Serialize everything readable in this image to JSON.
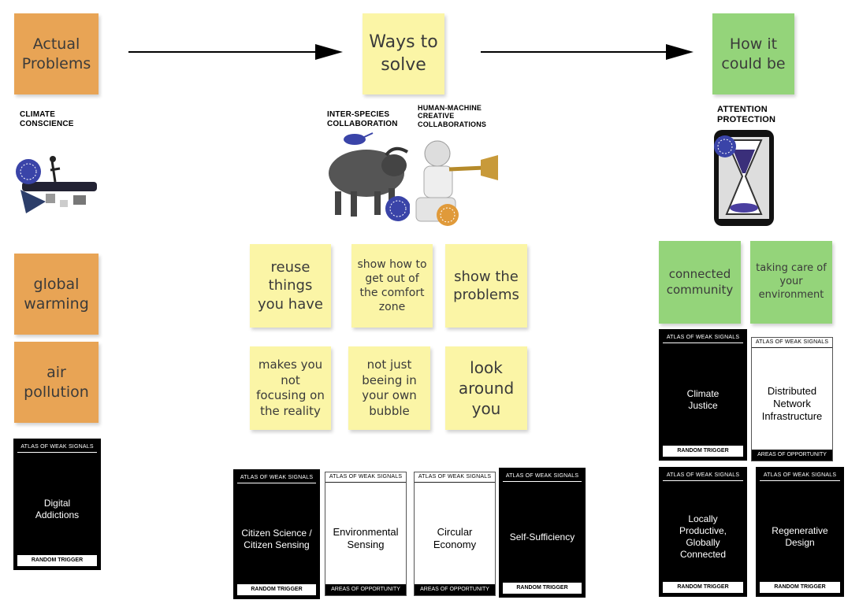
{
  "columns": {
    "problems": {
      "header": "Actual\nProblems",
      "caption": "CLIMATE\nCONSCIENCE",
      "notes": [
        "global\nwarming",
        "air\npollution"
      ]
    },
    "solve": {
      "header": "Ways to\nsolve",
      "caption_left": "INTER-SPECIES\nCOLLABORATION",
      "caption_right": "HUMAN-MACHINE\nCREATIVE\nCOLLABORATIONS",
      "notes": [
        "reuse\nthings\nyou have",
        "show how to\nget out of\nthe comfort\nzone",
        "show the\nproblems",
        "makes you\nnot\nfocusing on\nthe reality",
        "not just\nbeeing in\nyour own\nbubble",
        "look\naround\nyou"
      ]
    },
    "future": {
      "header": "How it\ncould be",
      "caption": "ATTENTION\nPROTECTION",
      "notes": [
        "connected\ncommunity",
        "taking care of\nyour\nenvironment"
      ]
    }
  },
  "cards": {
    "header": "ATLAS OF WEAK SIGNALS",
    "footer_random": "RANDOM TRIGGER",
    "footer_areas": "AREAS OF OPPORTUNITY",
    "items": [
      "Digital\nAddictions",
      "Citizen Science /\nCitizen Sensing",
      "Environmental\nSensing",
      "Circular\nEconomy",
      "Self-Sufficiency",
      "Climate\nJustice",
      "Distributed\nNetwork\nInfrastructure",
      "Locally\nProductive,\nGlobally\nConnected",
      "Regenerative\nDesign"
    ]
  },
  "colors": {
    "orange": "#e8a455",
    "yellow": "#fbf5a6",
    "green": "#94d47a",
    "badge_blue": "#3a44a8",
    "badge_orange": "#e09a3a"
  },
  "icons": [
    "arrow-right-icon",
    "boat-illustration",
    "buffalo-bird-illustration",
    "robot-trumpet-illustration",
    "hourglass-phone-illustration"
  ]
}
